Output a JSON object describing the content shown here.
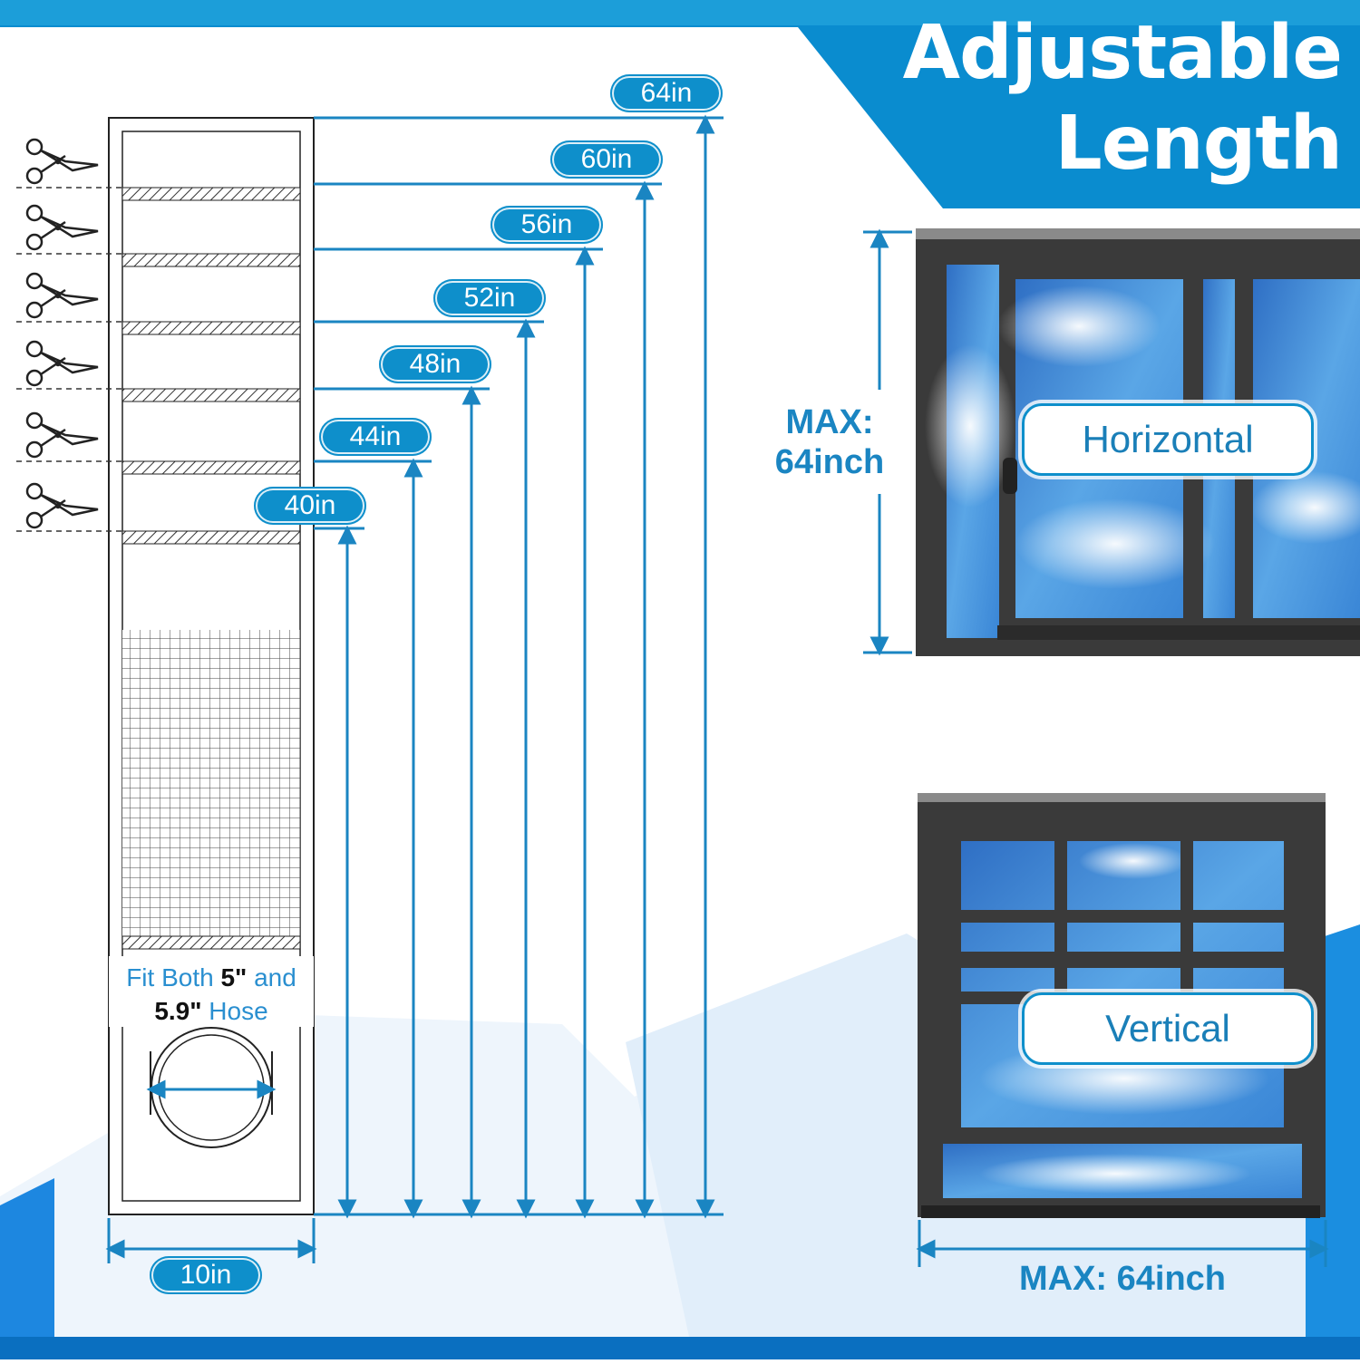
{
  "title": {
    "line1": "Adjustable",
    "line2": "Length"
  },
  "lengths": [
    "40in",
    "44in",
    "48in",
    "52in",
    "56in",
    "60in",
    "64in"
  ],
  "width_label": "10in",
  "hose_note": {
    "prefix": "Fit Both",
    "size1": "5\"",
    "connector": "and",
    "size2": "5.9\"",
    "suffix": "Hose"
  },
  "windows": {
    "horizontal": {
      "label": "Horizontal",
      "max_line1": "MAX:",
      "max_line2": "64inch"
    },
    "vertical": {
      "label": "Vertical",
      "max": "MAX: 64inch"
    }
  },
  "cut_icons": [
    "scissors-icon",
    "scissors-icon",
    "scissors-icon",
    "scissors-icon",
    "scissors-icon",
    "scissors-icon"
  ],
  "colors": {
    "accent": "#0e8fcb",
    "frame": "#3a3a3a",
    "sky": "#3f8fd8"
  }
}
